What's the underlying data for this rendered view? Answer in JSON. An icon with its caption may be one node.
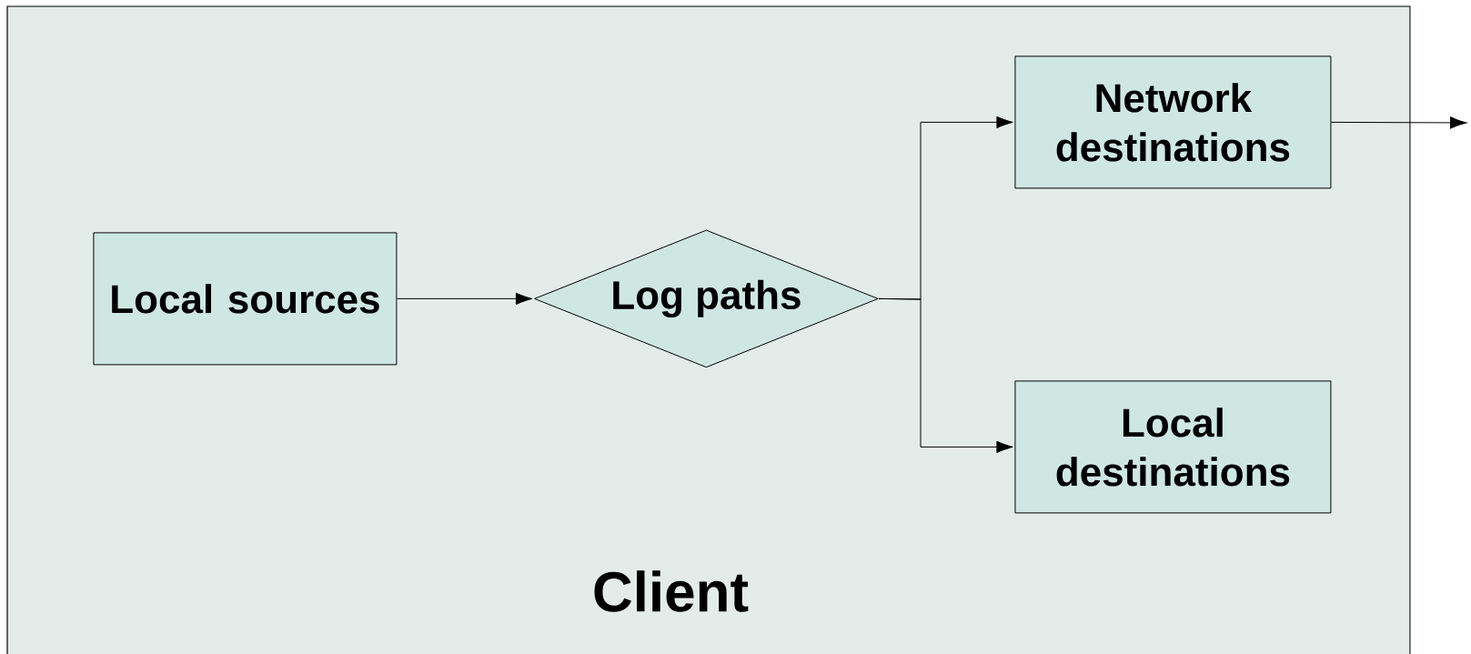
{
  "diagram": {
    "nodes": [
      {
        "text": [
          "Client"
        ]
      },
      {
        "text": [
          "Local sources"
        ],
        "in": 0
      },
      {
        "text": [
          "Log paths"
        ],
        "in": 0
      },
      {
        "text": [
          "Network destinations"
        ],
        "in": 0
      },
      {
        "text": [
          "Local destinations"
        ],
        "in": 0
      }
    ],
    "edges": [
      {
        "from": 1,
        "to": 2,
        "arrow": "to"
      },
      {
        "from": 2,
        "to": 3,
        "arrow": "to"
      },
      {
        "from": 2,
        "to": 4,
        "arrow": "to"
      },
      {
        "from": 3,
        "to": null,
        "arrow": "to"
      }
    ]
  }
}
